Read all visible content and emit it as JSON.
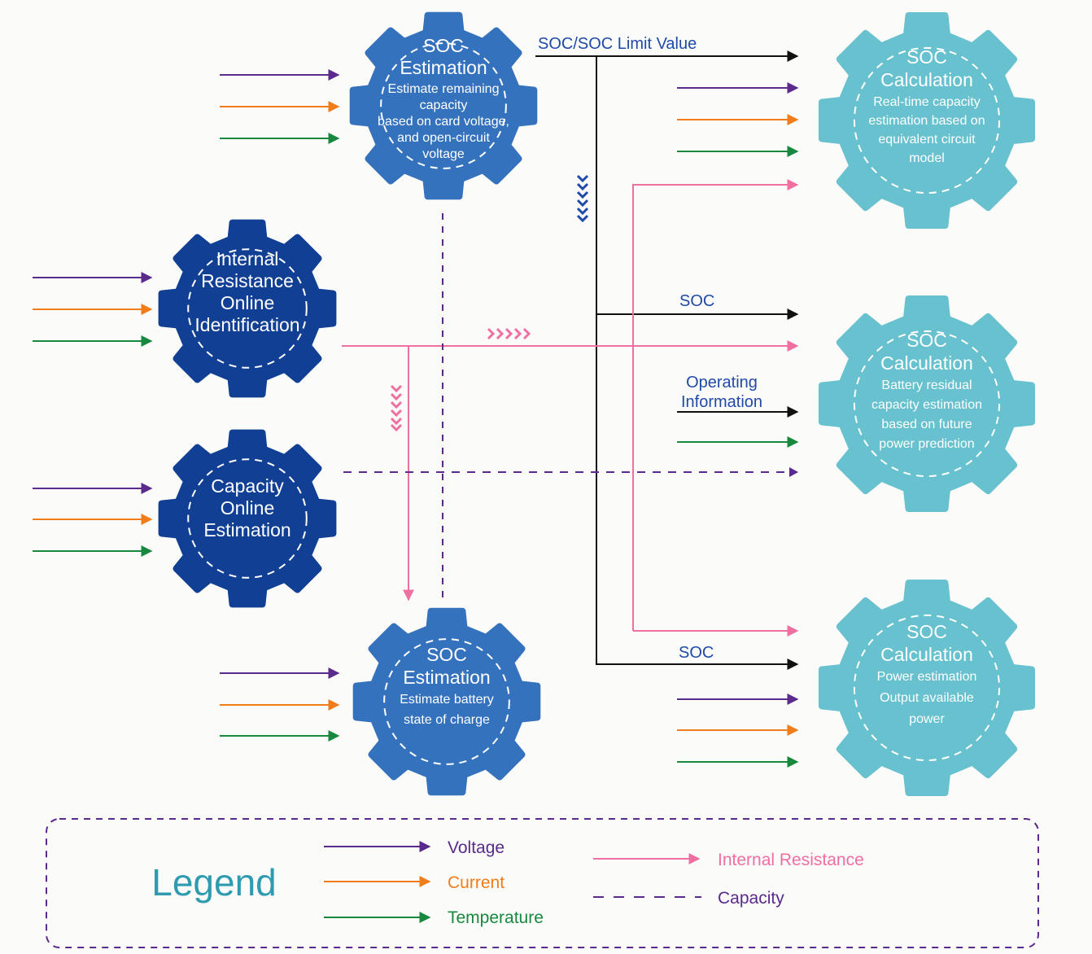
{
  "colors": {
    "voltage": "#5a2a8c",
    "current": "#f07d1a",
    "temperature": "#18883e",
    "internal_resistance": "#ef6fa0",
    "capacity": "#5a2a8c",
    "signal": "#111111",
    "gear_mid_blue": "#3572bd",
    "gear_dark_blue": "#103f94",
    "gear_teal": "#67c1ce",
    "label_blue": "#1f4aa8",
    "legend_title": "#2f9bb0"
  },
  "gears": {
    "soc_estimation_top": {
      "title": [
        "SOC",
        "Estimation"
      ],
      "desc": [
        "Estimate remaining",
        "capacity",
        "based on card voltage,",
        "and open-circuit",
        "voltage"
      ]
    },
    "internal_resistance": {
      "title": [
        "Internal",
        "Resistance",
        "Online",
        "Identification"
      ]
    },
    "capacity_online": {
      "title": [
        "Capacity",
        "Online",
        "Estimation"
      ]
    },
    "soc_estimation_bottom": {
      "title": [
        "SOC",
        "Estimation"
      ],
      "desc": [
        "Estimate battery",
        "state of charge"
      ]
    },
    "soc_calc_realtime": {
      "title": [
        "SOC",
        "Calculation"
      ],
      "desc": [
        "Real-time capacity",
        "estimation based on",
        "equivalent circuit",
        "model"
      ]
    },
    "soc_calc_residual": {
      "title": [
        "SOC",
        "Calculation"
      ],
      "desc": [
        "Battery residual",
        "capacity estimation",
        "based on future",
        "power prediction"
      ]
    },
    "soc_calc_power": {
      "title": [
        "SOC",
        "Calculation"
      ],
      "desc": [
        "Power estimation",
        "Output available",
        "power"
      ]
    }
  },
  "labels": {
    "soc_limit": "SOC/SOC Limit Value",
    "soc_mid": "SOC",
    "operating_info": [
      "Operating",
      "Information"
    ],
    "soc_bottom": "SOC"
  },
  "legend": {
    "title": "Legend",
    "items": [
      {
        "label": "Voltage",
        "style": "solid-arrow",
        "color_key": "voltage"
      },
      {
        "label": "Current",
        "style": "solid-arrow",
        "color_key": "current"
      },
      {
        "label": "Temperature",
        "style": "solid-arrow",
        "color_key": "temperature"
      },
      {
        "label": "Internal Resistance",
        "style": "solid-arrow",
        "color_key": "internal_resistance"
      },
      {
        "label": "Capacity",
        "style": "dashed",
        "color_key": "capacity"
      }
    ]
  }
}
